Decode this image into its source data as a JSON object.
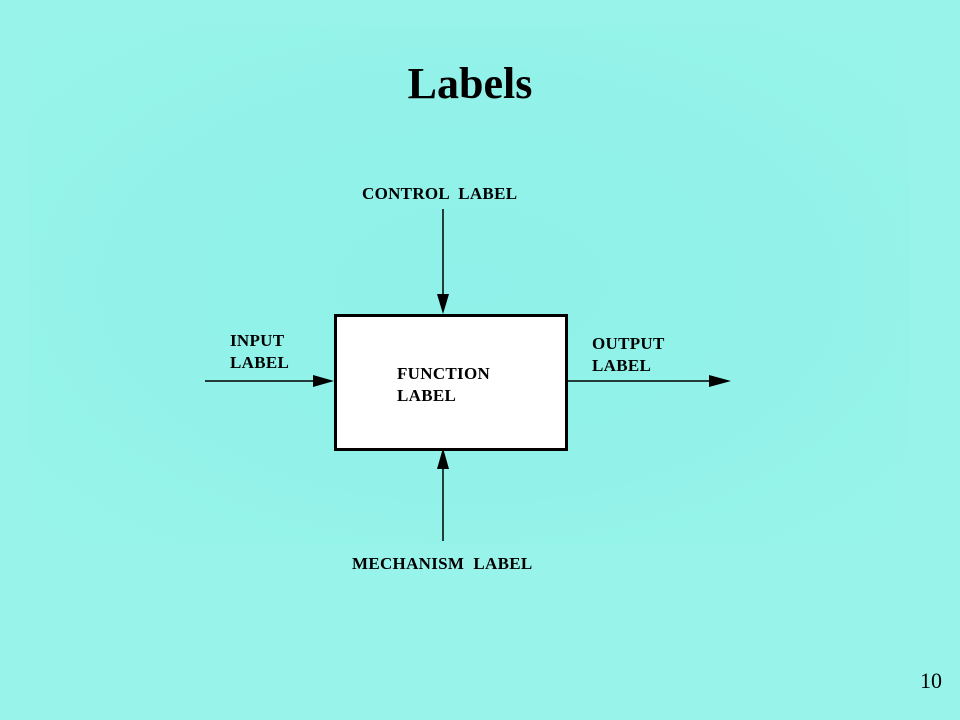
{
  "slide": {
    "title": "Labels",
    "page_number": "10"
  },
  "diagram": {
    "control_label": "CONTROL  LABEL",
    "input_label": "INPUT\nLABEL",
    "output_label": "OUTPUT\nLABEL",
    "function_label": "FUNCTION\nLABEL",
    "mechanism_label": "MECHANISM  LABEL"
  },
  "colors": {
    "background": "#98F4EA",
    "box_fill": "#FFFFFF",
    "stroke": "#000000"
  }
}
